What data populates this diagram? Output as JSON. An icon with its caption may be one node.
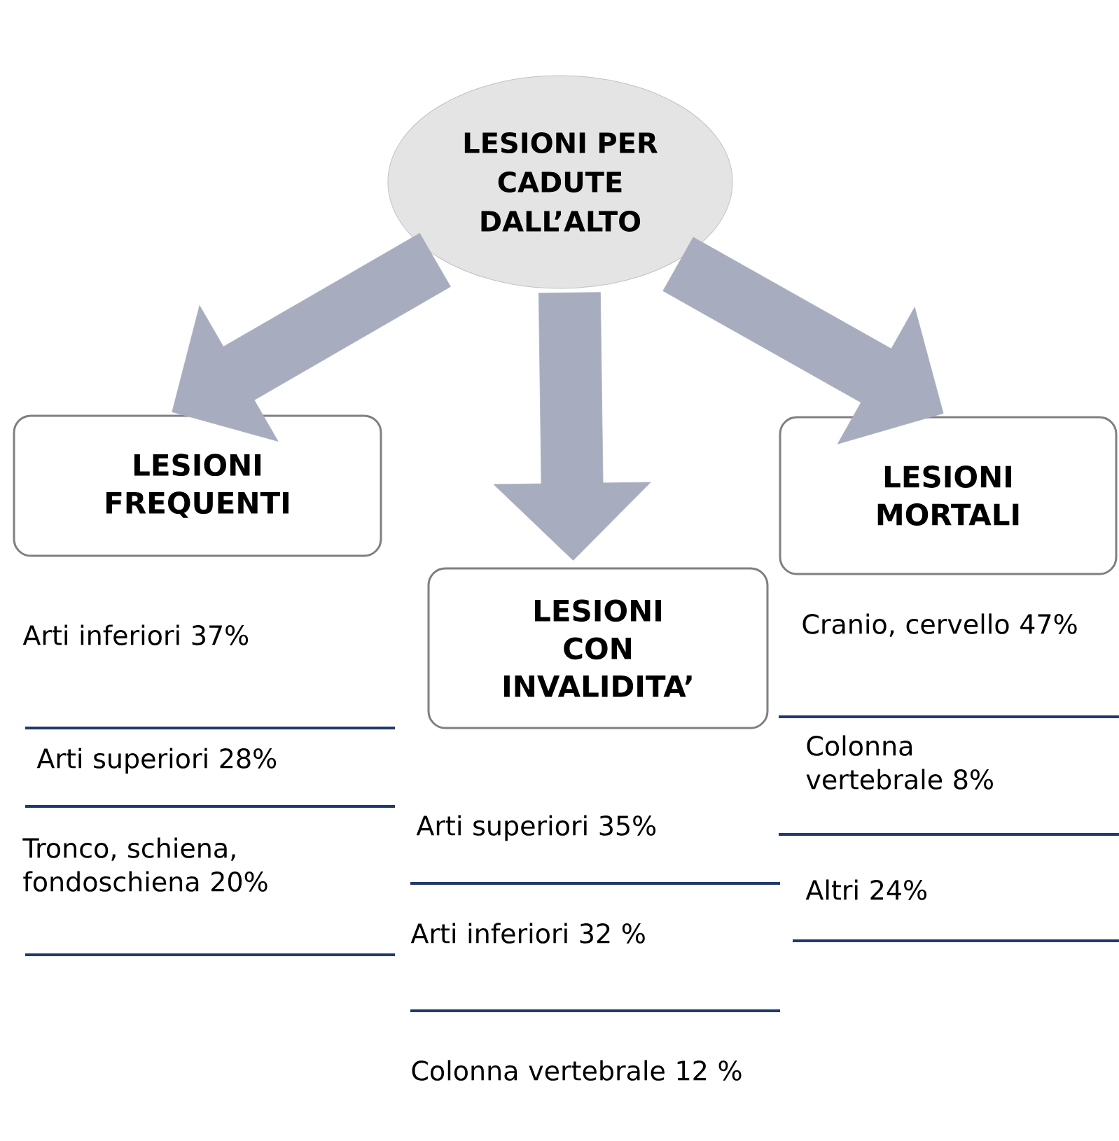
{
  "diagram": {
    "nodes": [
      {
        "text": [
          "LESIONI PER CADUTE DALL’ALTO"
        ]
      },
      {
        "text": [
          "LESIONI FREQUENTI"
        ]
      },
      {
        "text": [
          "LESIONI CON INVALIDITA’"
        ]
      },
      {
        "text": [
          "LESIONI MORTALI"
        ]
      }
    ],
    "edges": [
      {
        "from": 0,
        "to": 1,
        "arrow": "to"
      },
      {
        "from": 0,
        "to": 2,
        "arrow": "to"
      },
      {
        "from": 0,
        "to": 3,
        "arrow": "to"
      }
    ],
    "labels": [
      "Arti inferiori 37%",
      "Cranio, cervello 47%",
      "Arti superiori 28%",
      "Colonna vertebrale 8%",
      "Tronco, schiena, fondoschiena 20%",
      "Arti superiori 35%",
      "Altri 24%",
      "Arti inferiori 32 %",
      "Colonna vertebrale 12 %"
    ]
  }
}
